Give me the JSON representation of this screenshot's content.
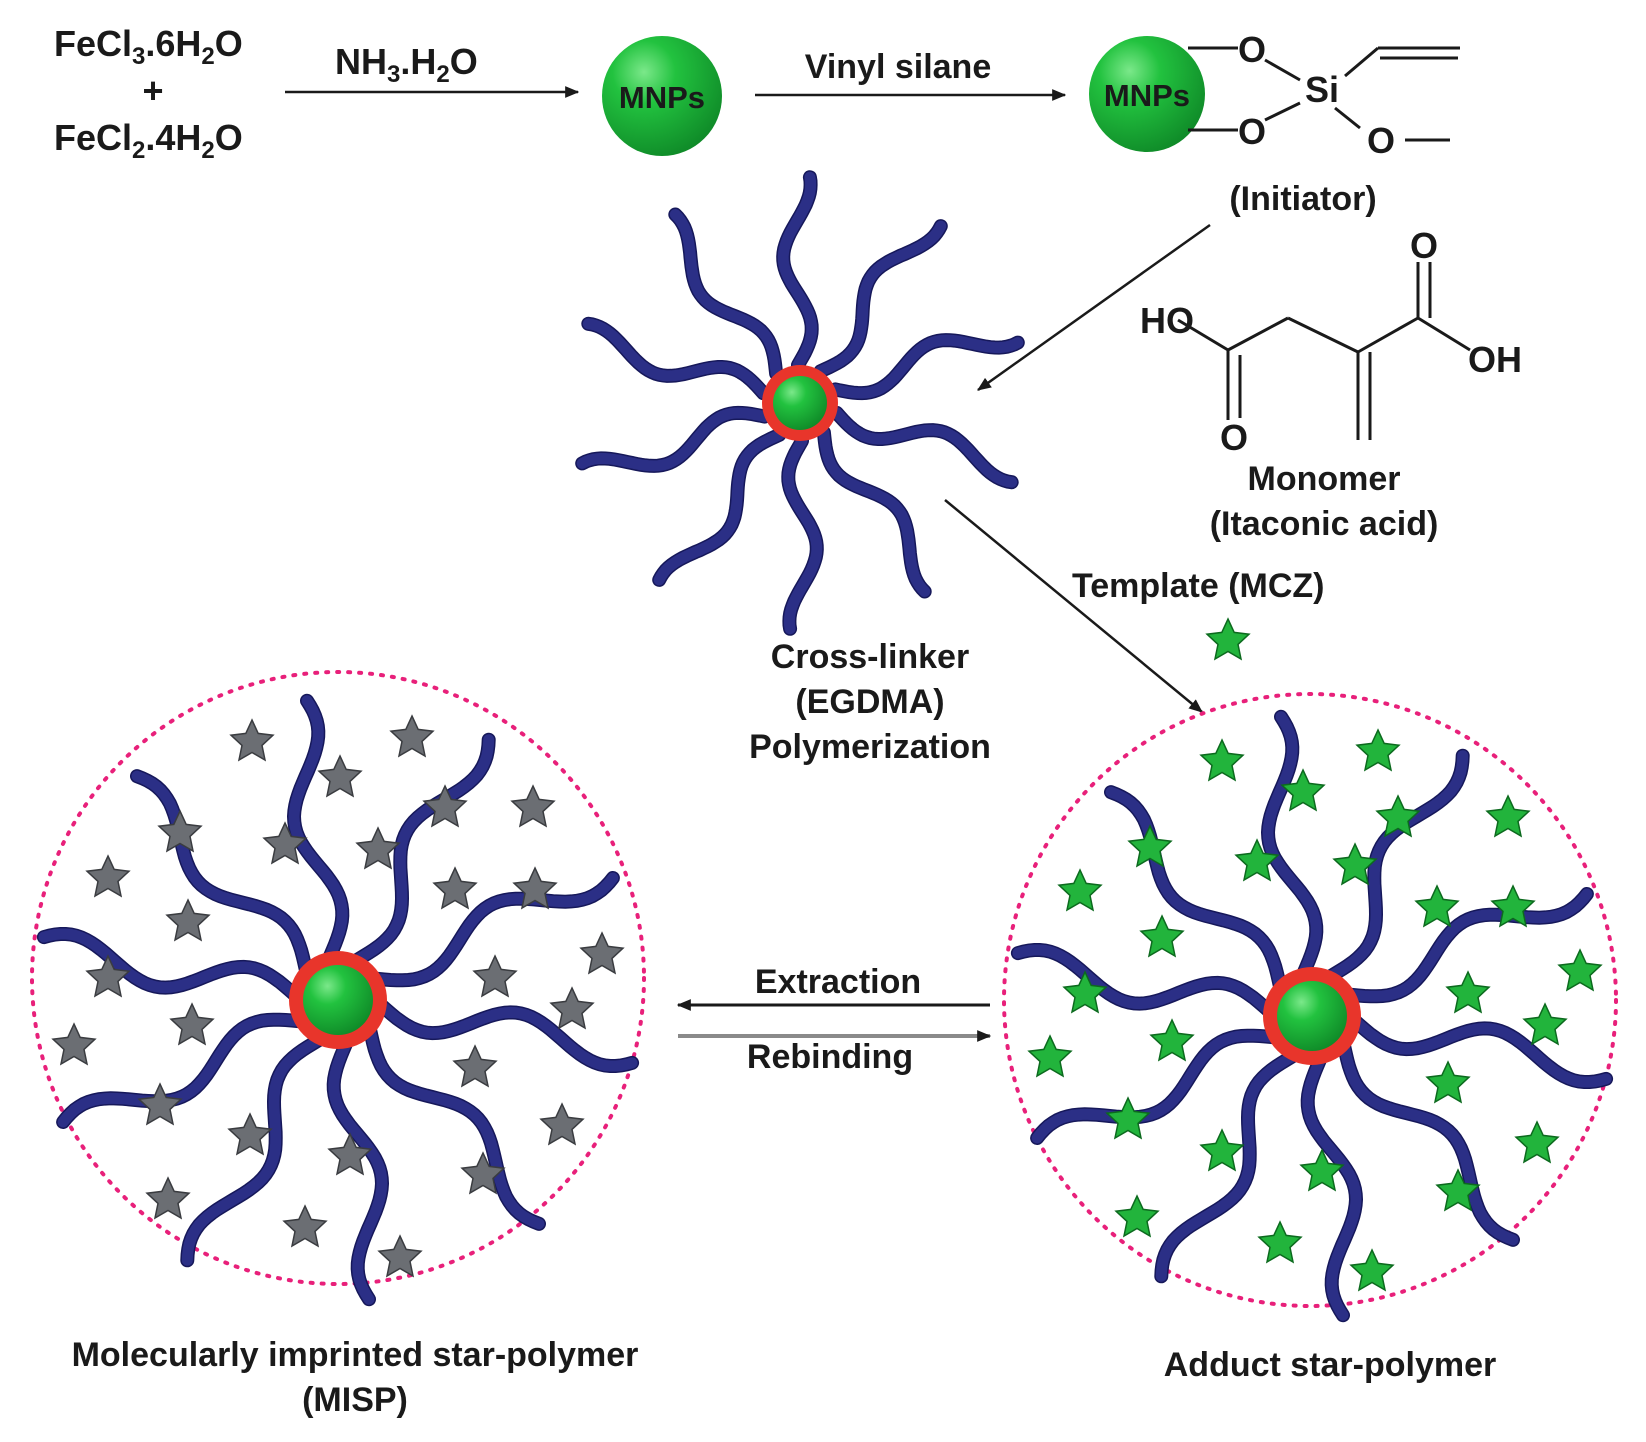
{
  "reagents": {
    "fe3": "FeCl",
    "fe3_sub": "3",
    "fe3_rest": ".6H",
    "fe3_sub2": "2",
    "fe3_end": "O",
    "plus": "+",
    "fe2": "FeCl",
    "fe2_sub": "2",
    "fe2_rest": ".4H",
    "fe2_sub2": "2",
    "fe2_end": "O"
  },
  "step1": {
    "a": "NH",
    "a_sub": "3",
    "b": ".H",
    "b_sub": "2",
    "c": "O"
  },
  "mnp_label": "MNPs",
  "step2": "Vinyl silane",
  "initiator": {
    "label": "(Initiator)",
    "o_top": "O",
    "o_bottom": "O",
    "o_right": "O",
    "si": "Si"
  },
  "monomer": {
    "ho": "HO",
    "oh": "OH",
    "o_top": "O",
    "o_bottom": "O",
    "label1": "Monomer",
    "label2": "(Itaconic acid)"
  },
  "template_label": "Template (MCZ)",
  "crosslinker": {
    "line1": "Cross-linker",
    "line2": "(EGDMA)",
    "line3": "Polymerization"
  },
  "extraction": "Extraction",
  "rebinding": "Rebinding",
  "misp": {
    "line1": "Molecularly imprinted star-polymer",
    "line2": "(MISP)"
  },
  "adduct": "Adduct star-polymer",
  "colors": {
    "mnp_green": "#1fb53a",
    "shell_red": "#e8352b",
    "arm_blue": "#2b2f86",
    "star_green": "#22b43c",
    "star_gray": "#6b6e73",
    "dotted_pink": "#e8207a"
  }
}
